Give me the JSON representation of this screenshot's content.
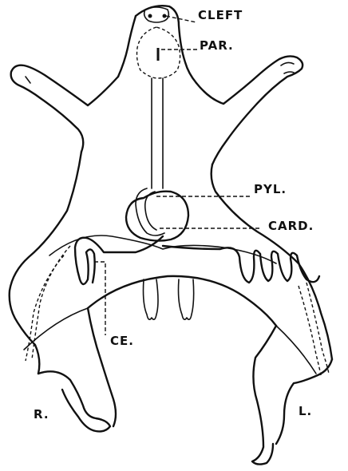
{
  "labels": {
    "cleft": "CLEFT",
    "par": "PAR.",
    "pyl": "PYL.",
    "card": "CARD.",
    "ce": "CE.",
    "r": "R.",
    "l": "L."
  }
}
